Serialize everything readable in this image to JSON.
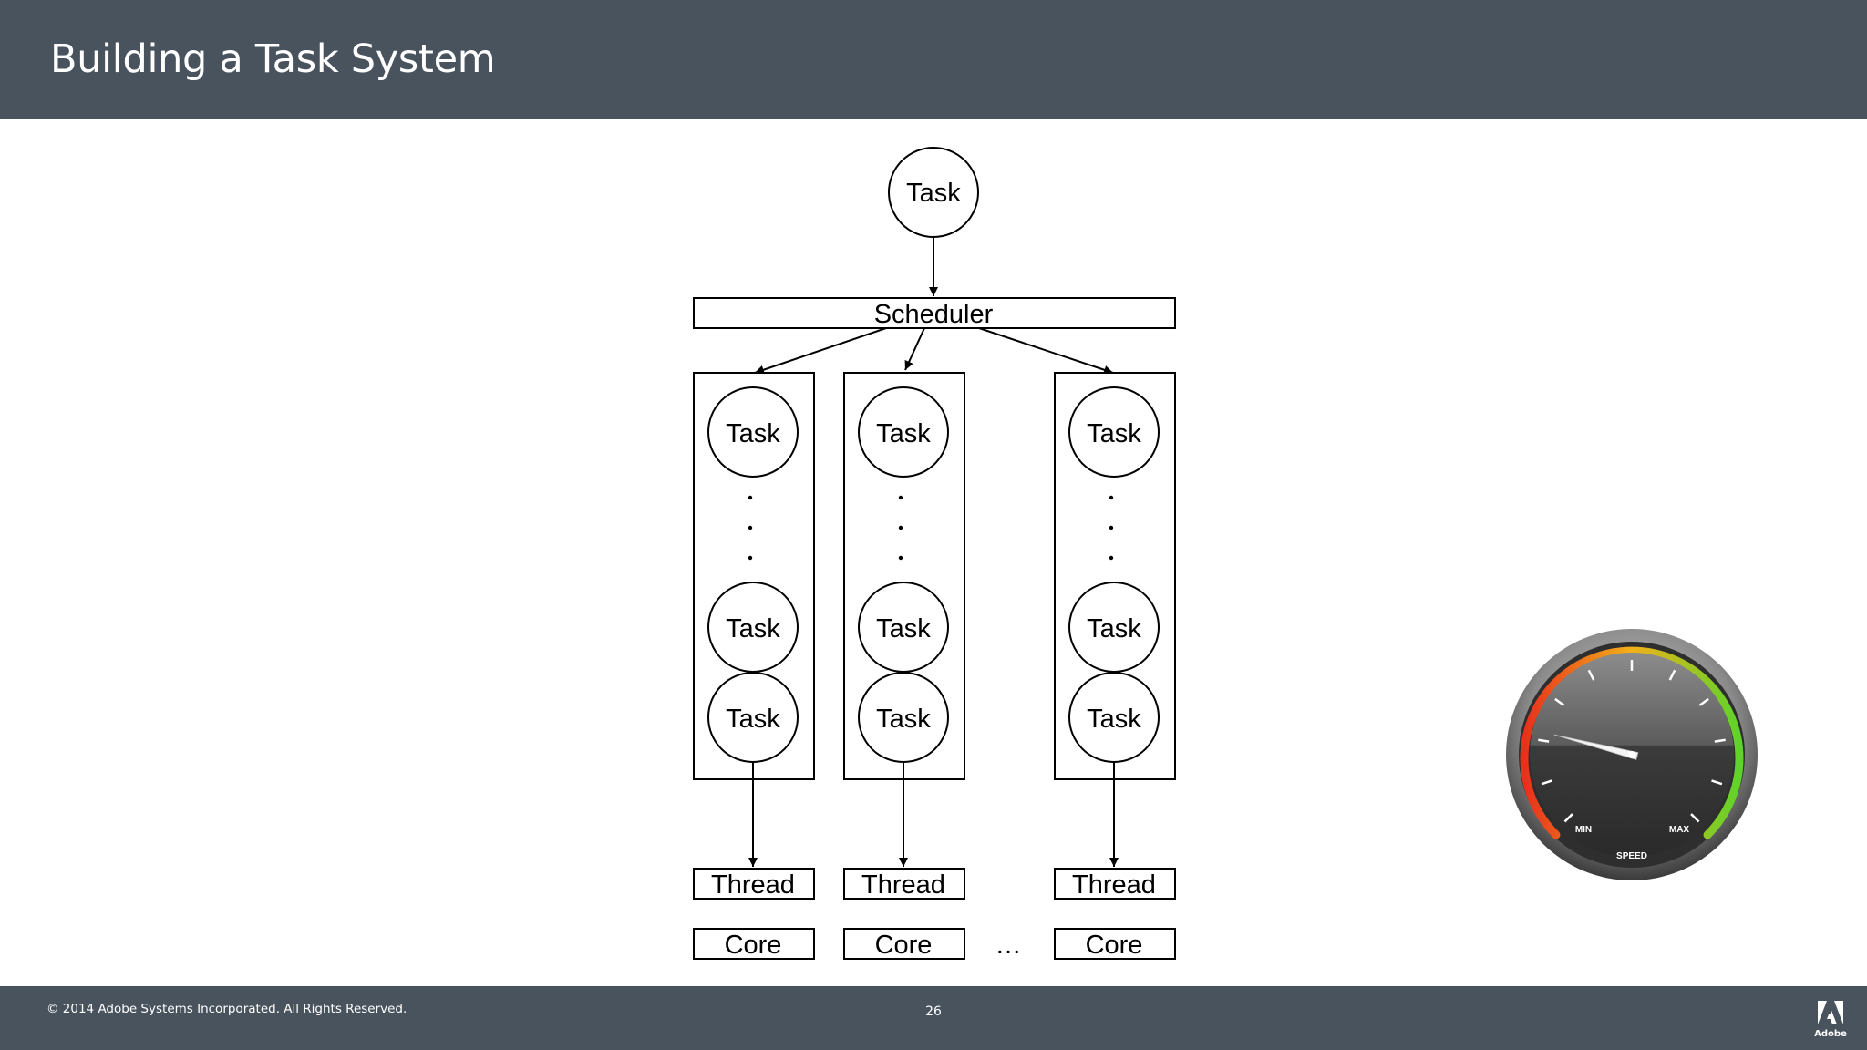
{
  "slide": {
    "title": "Building a Task System",
    "copyright": "© 2014 Adobe Systems Incorporated.  All Rights Reserved.",
    "page_number": "26",
    "logo_text": "Adobe"
  },
  "diagram": {
    "top_task": "Task",
    "scheduler": "Scheduler",
    "queues": [
      {
        "tasks": [
          "Task",
          "Task",
          "Task"
        ],
        "ellipsis": ". . .",
        "thread": "Thread",
        "core": "Core"
      },
      {
        "tasks": [
          "Task",
          "Task",
          "Task"
        ],
        "ellipsis": ". . .",
        "thread": "Thread",
        "core": "Core"
      },
      {
        "tasks": [
          "Task",
          "Task",
          "Task"
        ],
        "ellipsis": ". . .",
        "thread": "Thread",
        "core": "Core"
      }
    ],
    "core_ellipsis": "…"
  },
  "gauge": {
    "min_label": "MIN",
    "max_label": "MAX",
    "caption": "SPEED",
    "needle_value": 0.22,
    "colors": {
      "low": "#e8301c",
      "mid": "#f2b11a",
      "high": "#5fd32a"
    }
  }
}
